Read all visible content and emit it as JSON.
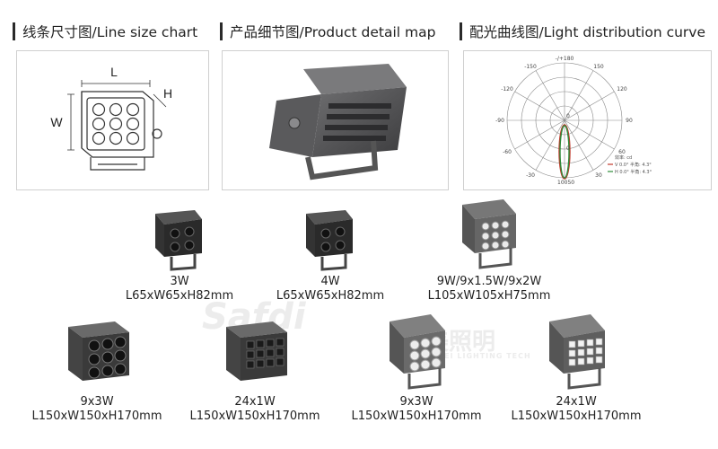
{
  "headers": [
    {
      "label": "线条尺寸图/Line size chart"
    },
    {
      "label": "产品细节图/Product detail map"
    },
    {
      "label": "配光曲线图/Light distribution curve"
    }
  ],
  "dimension_labels": {
    "length": "L",
    "width": "W",
    "height": "H"
  },
  "polar_chart": {
    "top_label": "-/+180",
    "angle_labels_left": [
      "-150",
      "-120",
      "-90",
      "-60",
      "-30"
    ],
    "angle_labels_right": [
      "150",
      "120",
      "90",
      "60",
      "30"
    ],
    "radial_labels": [
      "0",
      "0",
      "10050"
    ],
    "legend": [
      "效率: cd",
      "V 0.0° 半角: 4.3°",
      "H 0.0° 半角: 4.3°"
    ],
    "colors": {
      "v_curve": "#c0392b",
      "h_curve": "#2e8b3a",
      "grid": "#888888"
    }
  },
  "products_row1": [
    {
      "power": "3W",
      "size": "L65xW65xH82mm"
    },
    {
      "power": "4W",
      "size": "L65xW65xH82mm"
    },
    {
      "power": "9W/9x1.5W/9x2W",
      "size": "L105xW105xH75mm"
    }
  ],
  "products_row2": [
    {
      "power": "9x3W",
      "size": "L150xW150xH170mm"
    },
    {
      "power": "24x1W",
      "size": "L150xW150xH170mm"
    },
    {
      "power": "9x3W",
      "size": "L150xW150xH170mm"
    },
    {
      "power": "24x1W",
      "size": "L150xW150xH170mm"
    }
  ],
  "watermark": {
    "brand": "Safdi",
    "chinese": "圣美照明",
    "english": "SHENGMEI LIGHTING TECH"
  }
}
